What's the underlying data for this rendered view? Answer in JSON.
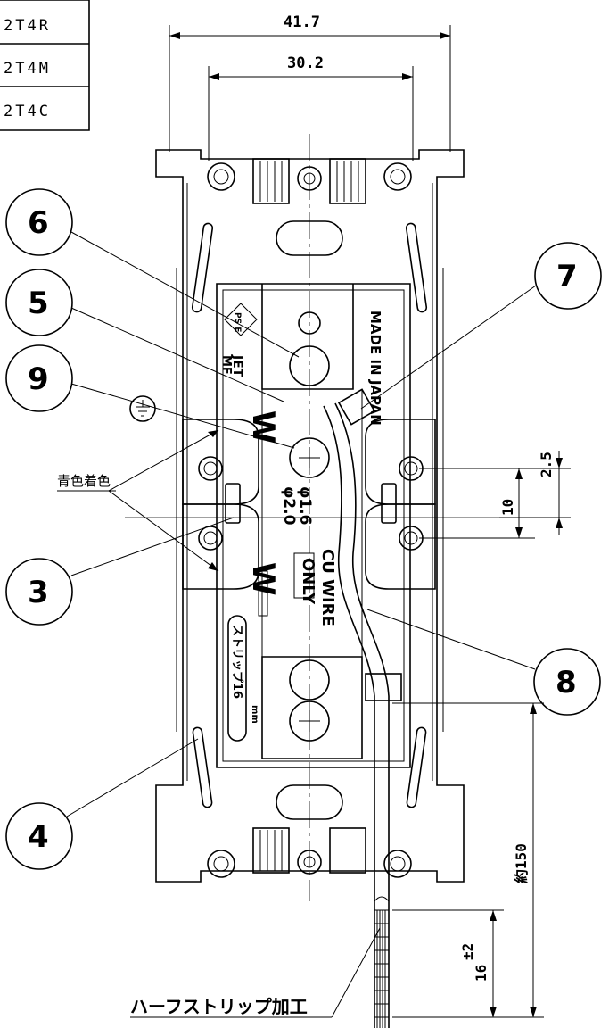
{
  "model_table": {
    "rows": [
      "2T4R",
      "2T4M",
      "2T4C"
    ]
  },
  "dimensions": {
    "width_outer": "41.7",
    "width_inner": "30.2",
    "offset_small": "2.5",
    "pitch": "10",
    "lead_length": "約150",
    "strip_length": "16",
    "strip_tolerance": "±2"
  },
  "callouts": [
    "6",
    "5",
    "9",
    "3",
    "4",
    "7",
    "8"
  ],
  "notes": {
    "blue_color": "青色着色",
    "half_strip": "ハーフストリップ加工"
  },
  "markings": {
    "made_in": "MADE IN JAPAN",
    "jet": "JET",
    "mf": "MF",
    "pse": "PS E",
    "w_mark": "W",
    "wire_dia1": "φ1.6",
    "wire_dia2": "φ2.0",
    "cu_wire": "CU WIRE",
    "only": "ONLY",
    "strip_gauge": "ストリップ16",
    "mm": "mm"
  }
}
